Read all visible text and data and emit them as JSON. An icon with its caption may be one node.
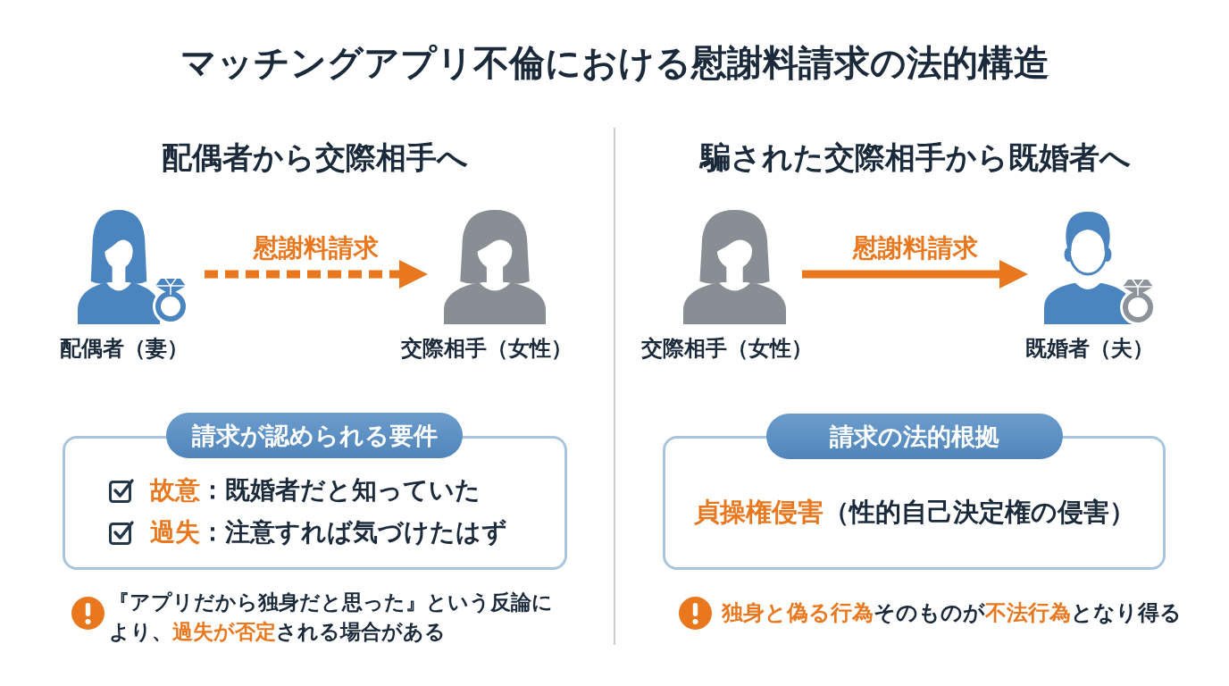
{
  "diagram": {
    "title": "マッチングアプリ不倫における慰謝料請求の法的構造",
    "nodes": [
      {
        "text": [],
        "shape": "person",
        "beside": [
          "配偶者（妻）"
        ]
      },
      {
        "text": [],
        "shape": "person",
        "beside": [
          "交際相手（女性）"
        ]
      },
      {
        "text": [],
        "shape": "person",
        "beside": [
          "交際相手（女性）"
        ]
      },
      {
        "text": [],
        "shape": "person",
        "beside": [
          "既婚者（夫）"
        ]
      },
      {
        "text": [
          "請求が認められる要件"
        ]
      },
      {
        "text": [
          "**故意**：既婚者だと知っていた",
          "**過失**：注意すれば気づけたはず"
        ]
      },
      {
        "text": [
          "請求の法的根拠"
        ]
      },
      {
        "text": [
          "**貞操権侵害**（性的自己決定権の侵害）"
        ]
      }
    ],
    "edges": [
      {
        "from": 0,
        "to": 1,
        "arrow": "to",
        "label": "慰謝料請求",
        "style": "dashed"
      },
      {
        "from": 2,
        "to": 3,
        "arrow": "to",
        "label": "慰謝料請求"
      }
    ],
    "labels": [
      "配偶者から交際相手へ",
      "騙された交際相手から既婚者へ",
      "『アプリだから独身だと思った』という反論により、**過失が否定**される場合がある",
      "**独身と偽る行為**そのものが**不法行為**となり得る"
    ]
  }
}
